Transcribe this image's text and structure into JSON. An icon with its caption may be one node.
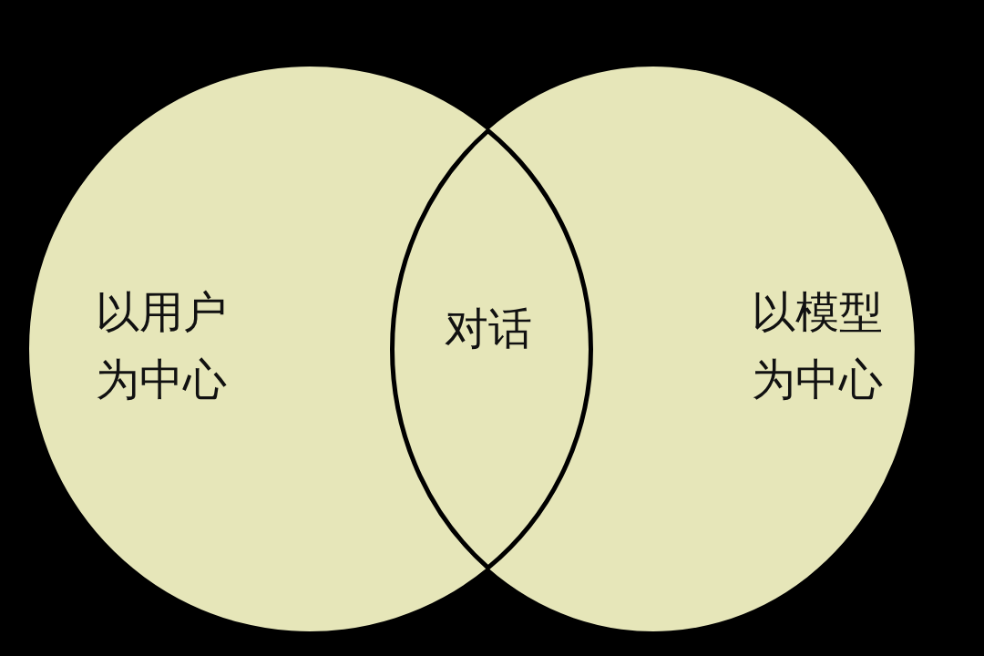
{
  "diagram": {
    "nodes": [
      {
        "text": [
          "以用户为中心"
        ]
      },
      {
        "text": [
          "对话"
        ]
      },
      {
        "text": [
          "以模型为中心"
        ]
      }
    ]
  }
}
